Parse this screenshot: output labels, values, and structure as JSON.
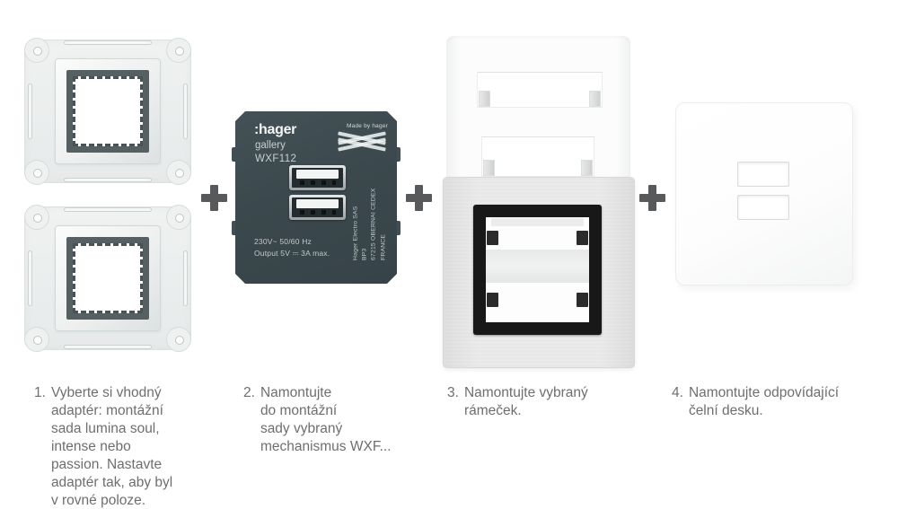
{
  "steps": [
    {
      "number": "1.",
      "text": "Vyberte si vhodný\nadaptér: montážní\nsada lumina soul,\nintense nebo\npassion. Nastavte\nadaptér tak, aby byl\nv rovné poloze."
    },
    {
      "number": "2.",
      "text": "Namontujte\ndo montážní\nsady vybraný\nmechanismus WXF..."
    },
    {
      "number": "3.",
      "text": "Namontujte vybraný\nrámeček."
    },
    {
      "number": "4.",
      "text": "Namontujte odpovídající\nčelní desku."
    }
  ],
  "module": {
    "brand": ":hager",
    "series": "gallery",
    "model": "WXF112",
    "made_by": "Made by hager",
    "spec_voltage": "230V~ 50/60 Hz",
    "spec_output": "Output 5V ⎓ 3A max.",
    "manufacturer_address": "Hager Electro SAS\nBP3\n67215 OBERNAI CEDEX\nFRANCE"
  },
  "icons": {
    "plus_separator": "+"
  },
  "colors": {
    "page_background": "#ffffff",
    "module_body": "#3d4a4f",
    "plus_sign": "#57595a",
    "caption_text": "#6e6e6e",
    "frame_black": "#181818",
    "brushed_metal": "#e9e9e9",
    "adapter_gray": "#ecefef"
  }
}
